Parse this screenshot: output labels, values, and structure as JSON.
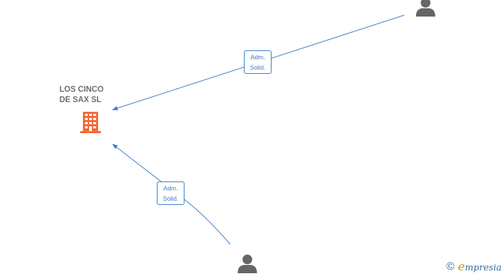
{
  "company": {
    "name_line1": "LOS CINCO",
    "name_line2": "DE SAX  SL",
    "icon": "building-icon",
    "color": "#f26b3a"
  },
  "persons": [
    {
      "icon": "person-icon"
    },
    {
      "icon": "person-icon"
    }
  ],
  "edges": [
    {
      "label_line1": "Adm.",
      "label_line2": "Solid."
    },
    {
      "label_line1": "Adm.",
      "label_line2": "Solid."
    }
  ],
  "edge_color": "#3d7cc9",
  "person_color": "#666666",
  "watermark": {
    "symbol": "©",
    "brand_first": "e",
    "brand_rest": "mpresia"
  }
}
